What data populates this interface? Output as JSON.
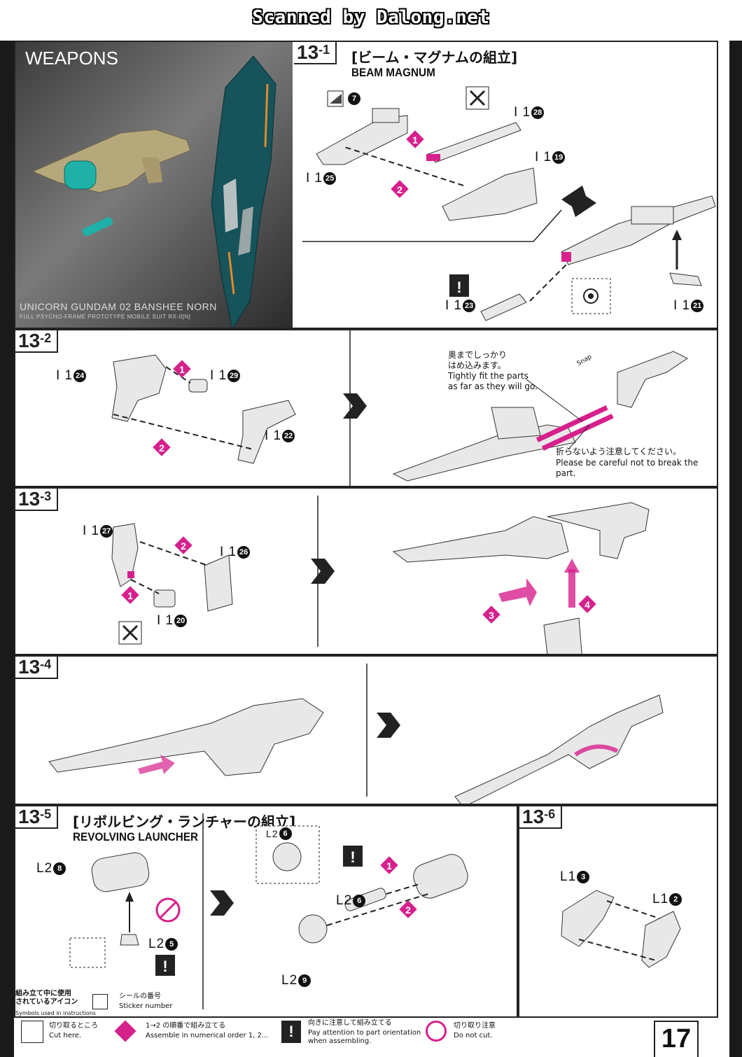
{
  "scan_credit": "Scanned by Dalong.net",
  "header": {
    "title": "WEAPONS",
    "ms_name": "UNICORN GUNDAM 02 BANSHEE NORN",
    "ms_sub": "FULL PSYCHO-FRAME PROTOTYPE MOBILE SUIT RX-0[N]"
  },
  "steps": {
    "s1": {
      "num": "13",
      "sub": "-1",
      "jp": "[ビーム・マグナムの組立]",
      "en": "BEAM MAGNUM",
      "parts": {
        "p7": "7",
        "p28": "28",
        "p19": "19",
        "p25": "25",
        "p23": "23",
        "p21": "21"
      }
    },
    "s2": {
      "num": "13",
      "sub": "-2",
      "parts": {
        "p24": "24",
        "p29": "29",
        "p22": "22"
      },
      "note_jp": "奥までしっかり\nはめ込みます。",
      "note_en": "Tightly fit the parts\nas far as they will go.",
      "snap": "Snap",
      "warn_jp": "折らないよう注意してください。",
      "warn_en": "Please be careful not to break the part."
    },
    "s3": {
      "num": "13",
      "sub": "-3",
      "parts": {
        "p27": "27",
        "p26": "26",
        "p20": "20"
      }
    },
    "s4": {
      "num": "13",
      "sub": "-4"
    },
    "s5": {
      "num": "13",
      "sub": "-5",
      "jp": "[リボルビング・ランチャーの組立]",
      "en": "REVOLVING LAUNCHER",
      "parts": {
        "p8": "8",
        "p5": "5",
        "p6a": "6",
        "p6b": "6",
        "p9": "9"
      }
    },
    "s6": {
      "num": "13",
      "sub": "-6",
      "parts": {
        "p3": "3",
        "p2": "2"
      }
    }
  },
  "prefix": {
    "I1": "I 1",
    "L2": "L2",
    "L1": "L1"
  },
  "legend": {
    "title_jp": "組み立て中に使用\nされているアイコン",
    "title_en": "Symbols used in instructions",
    "sticker_jp": "シールの番号",
    "sticker_en": "Sticker number",
    "cut_jp": "切り取るところ",
    "cut_en": "Cut here.",
    "order_jp": "1→2 の順番で組み立てる",
    "order_en": "Assemble in numerical order 1, 2...",
    "attn_jp": "向きに注意して組み立てる",
    "attn_en": "Pay attention to part orientation\nwhen assembling.",
    "nocut_jp": "切り取り注意",
    "nocut_en": "Do not cut."
  },
  "page_number": "17",
  "colors": {
    "accent": "#d6208c",
    "part": "#e6e6e6",
    "ink": "#222222"
  }
}
